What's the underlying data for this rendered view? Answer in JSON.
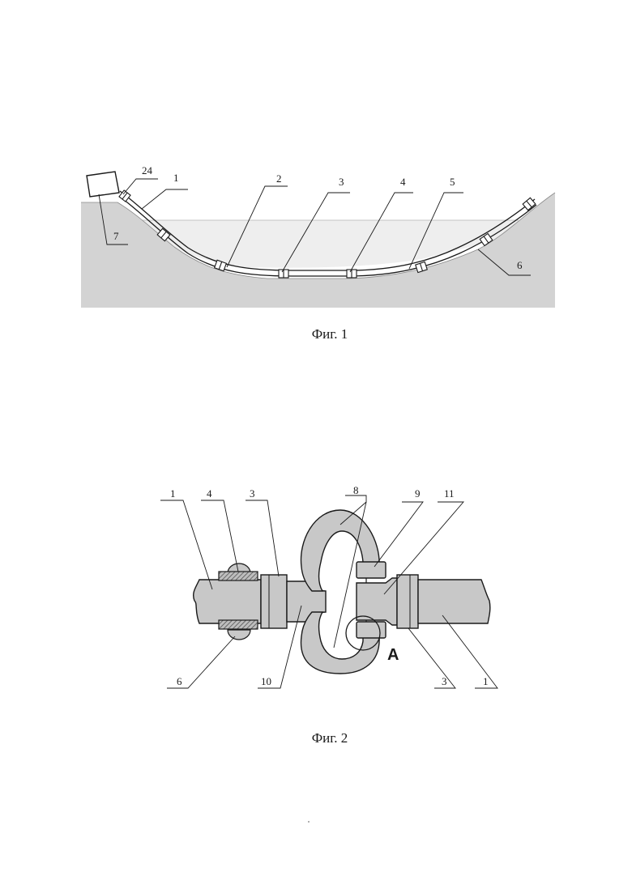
{
  "figure1": {
    "caption": "Фиг. 1",
    "labels": {
      "l24": "24",
      "l1": "1",
      "l2": "2",
      "l3": "3",
      "l4": "4",
      "l5": "5",
      "l6": "6",
      "l7": "7"
    }
  },
  "figure2": {
    "caption": "Фиг. 2",
    "labels": {
      "l1_left": "1",
      "l4": "4",
      "l3_left": "3",
      "l8": "8",
      "l9": "9",
      "l11": "11",
      "l6": "6",
      "l10": "10",
      "lA": "A",
      "l3_right": "3",
      "l1_right": "1"
    }
  },
  "colors": {
    "ink": "#1a1a1a",
    "ground": "#cfcfcf",
    "water": "#ececec",
    "metal": "#c8c8c8",
    "hatch": "#555555"
  }
}
